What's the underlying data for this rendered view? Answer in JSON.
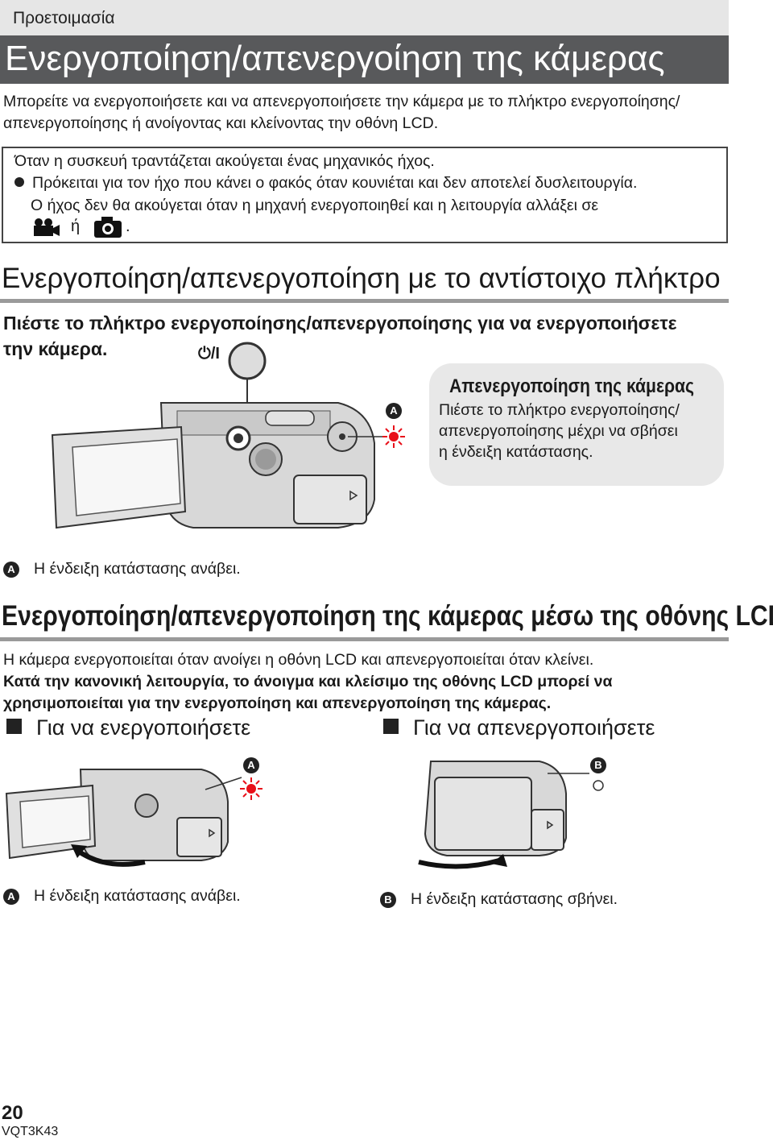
{
  "header": {
    "section": "Προετοιμασία",
    "title": "Ενεργοποίηση/απενεργοίηση της κάμερας"
  },
  "intro": {
    "line1": "Μπορείτε να ενεργοποιήσετε και να απενεργοποιήσετε την κάμερα με το πλήκτρο ενεργοποίησης/",
    "line2": "απενεργοποίησης ή ανοίγοντας και κλείνοντας την οθόνη LCD."
  },
  "warning": {
    "heading": "Όταν η συσκευή τραντάζεται ακούγεται ένας μηχανικός ήχος.",
    "bullet_line1": "Πρόκειται για τον ήχο που κάνει ο φακός όταν κουνιέται και δεν αποτελεί δυσλειτουργία.",
    "bullet_line2": "Ο ήχος δεν θα ακούγεται όταν η μηχανή ενεργοποιηθεί και η λειτουργία αλλάξει σε",
    "or_word": "ή",
    "period": "."
  },
  "section1": {
    "title": "Ενεργοποίηση/απενεργοποίηση με το αντίστοιχο πλήκτρο",
    "instr_line1": "Πιέστε το πλήκτρο ενεργοποίησης/απενεργοποίησης για να ενεργοποιήσετε",
    "instr_line2": "την κάμερα.",
    "button_symbol": "⏻/I",
    "marker_a": "A",
    "callout": {
      "title": "Απενεργοποίηση της κάμερας",
      "line1": "Πιέστε το πλήκτρο ενεργοποίησης/",
      "line2": "απενεργοποίησης μέχρι να σβήσει",
      "line3": "η ένδειξη κατάστασης."
    },
    "note_marker": "A",
    "note": "Η ένδειξη κατάστασης ανάβει."
  },
  "section2": {
    "title": "Ενεργοποίηση/απενεργοποίηση της κάμερας μέσω της οθόνης LCD",
    "line1": "Η κάμερα ενεργοποιείται όταν ανοίγει η οθόνη LCD και απενεργοποιείται όταν κλείνει.",
    "bold_line1": "Κατά την κανονική λειτουργία, το άνοιγμα και κλείσιμο της οθόνης LCD μπορεί να",
    "bold_line2": "χρησιμοποιείται για την ενεργοποίηση και απενεργοποίηση της κάμερας.",
    "on_heading": "Για να ενεργοποιήσετε",
    "off_heading": "Για να απενεργοποιήσετε",
    "marker_a": "A",
    "marker_b": "B",
    "note_a_marker": "A",
    "note_a": "Η ένδειξη κατάστασης ανάβει.",
    "note_b_marker": "B",
    "note_b": "Η ένδειξη κατάστασης σβήνει."
  },
  "footer": {
    "page_number": "20",
    "code": "VQT3K43"
  },
  "colors": {
    "title_bar": "#58595b",
    "section_bar": "#e6e6e6",
    "led_red": "#e8101a",
    "callout_bg": "#e8e8e8"
  }
}
